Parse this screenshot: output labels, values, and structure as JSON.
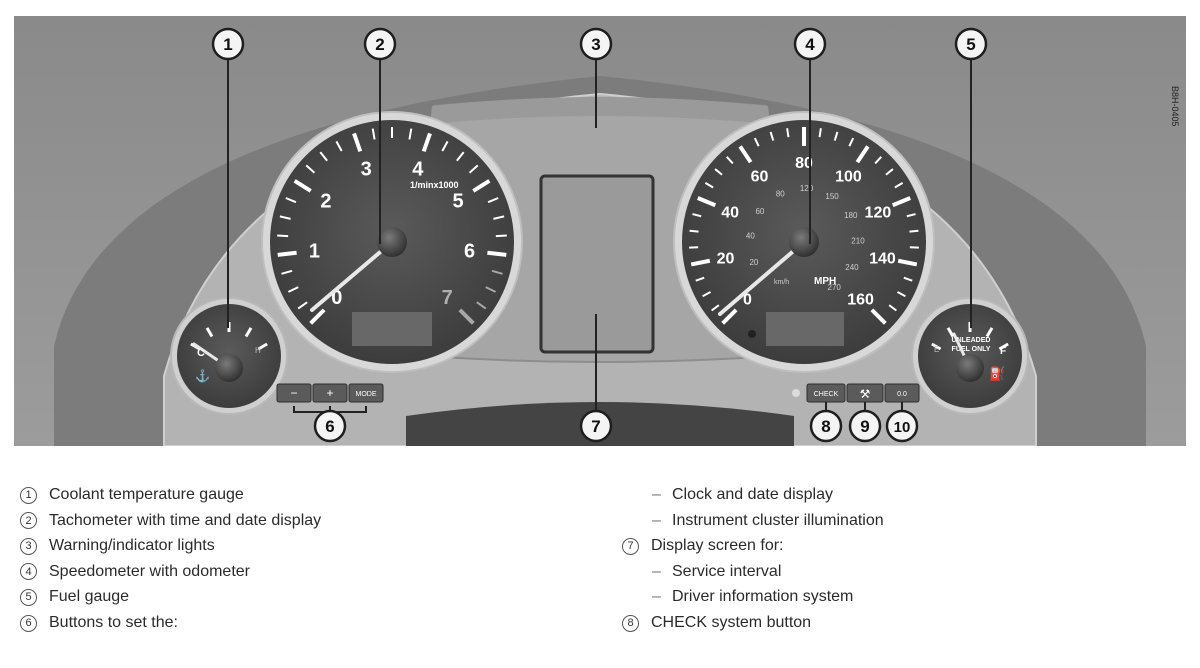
{
  "figure_code": "B8H-0405",
  "callouts": [
    "1",
    "2",
    "3",
    "4",
    "5",
    "6",
    "7",
    "8",
    "9",
    "10"
  ],
  "tachometer": {
    "numbers": [
      "0",
      "1",
      "2",
      "3",
      "4",
      "5",
      "6",
      "7"
    ],
    "unit": "1/minx1000"
  },
  "speedometer": {
    "mph_numbers": [
      "0",
      "20",
      "40",
      "60",
      "80",
      "100",
      "120",
      "140",
      "160"
    ],
    "kmh_numbers": [
      "20",
      "40",
      "60",
      "80",
      "120",
      "150",
      "180",
      "210",
      "240",
      "270"
    ],
    "mph_label": "MPH",
    "kmh_label": "km/h"
  },
  "coolant_gauge": {
    "cold_label": "C",
    "hot_label": "H"
  },
  "fuel_gauge": {
    "label_line1": "UNLEADED",
    "label_line2": "FUEL ONLY",
    "full_label": "F",
    "empty_label": "E"
  },
  "buttons": {
    "minus": "−",
    "plus": "+",
    "mode": "MODE",
    "check": "CHECK",
    "zero": "0.0"
  },
  "legend_left": [
    {
      "num": "1",
      "text": "Coolant temperature gauge"
    },
    {
      "num": "2",
      "text": "Tachometer with time and date display"
    },
    {
      "num": "3",
      "text": "Warning/indicator lights"
    },
    {
      "num": "4",
      "text": "Speedometer with odometer"
    },
    {
      "num": "5",
      "text": "Fuel gauge"
    },
    {
      "num": "6",
      "text": "Buttons to set the:"
    }
  ],
  "legend_right": [
    {
      "num": "",
      "text": "Clock and date display"
    },
    {
      "num": "",
      "text": "Instrument cluster illumination"
    },
    {
      "num": "7",
      "text": "Display screen for:"
    },
    {
      "num": "",
      "text": "Service interval"
    },
    {
      "num": "",
      "text": "Driver information system"
    },
    {
      "num": "8",
      "text": "CHECK system button"
    }
  ]
}
